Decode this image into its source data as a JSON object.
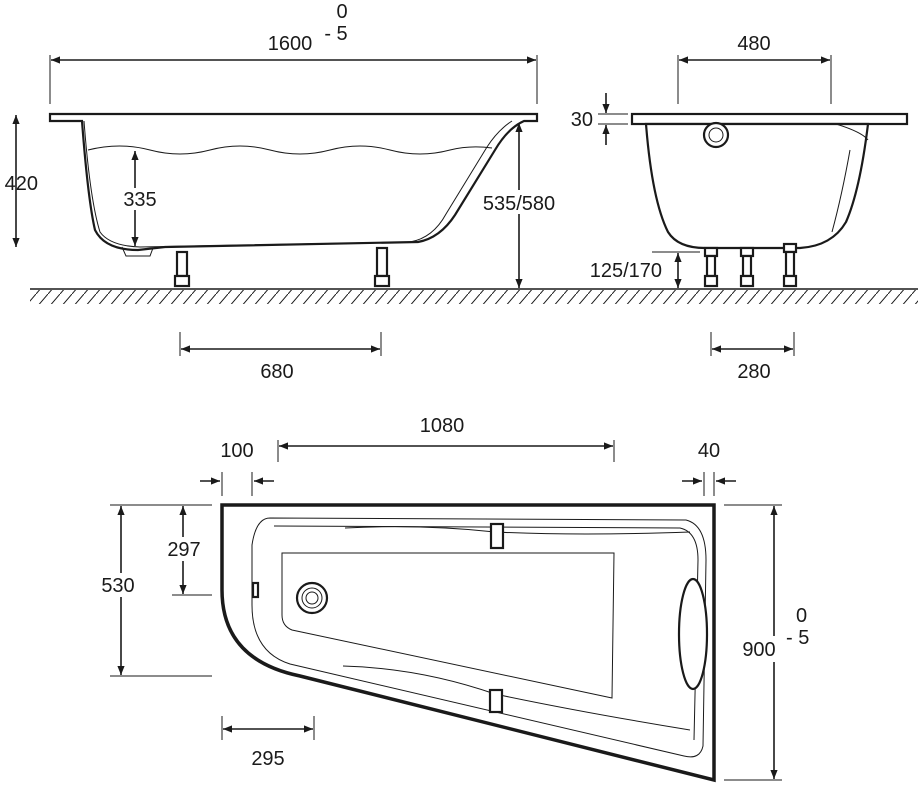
{
  "side_view": {
    "length": "1600",
    "length_tol_upper": "0",
    "length_tol_lower": "- 5",
    "height_outer": "420",
    "water_depth": "335",
    "height_with_feet": "535/580",
    "feet_spacing": "680"
  },
  "end_view": {
    "width": "480",
    "rim_thickness": "30",
    "feet_height": "125/170",
    "feet_spacing": "280"
  },
  "plan_view": {
    "left_inset": "100",
    "inner_length": "1080",
    "right_inset": "40",
    "left_height": "530",
    "upper_offset": "297",
    "bottom_offset": "295",
    "width": "900",
    "width_tol_upper": "0",
    "width_tol_lower": "- 5"
  },
  "colors": {
    "line": "#1a1a1a",
    "background": "#ffffff"
  }
}
